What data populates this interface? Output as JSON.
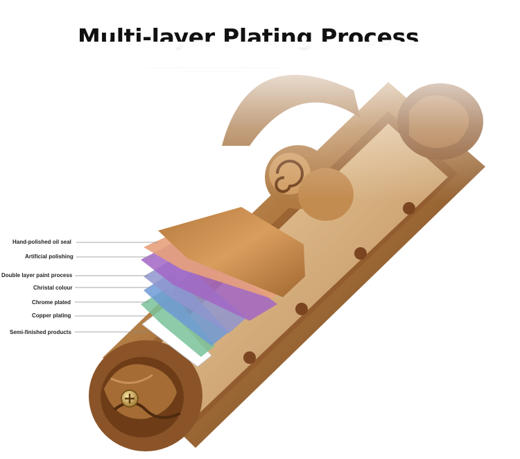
{
  "title": "Multi-layer Plating Process",
  "layers": [
    {
      "label": "Hand-polished oil seal",
      "color": "#c48a4a"
    },
    {
      "label": "Artificial polishing",
      "color": "#e7a17c"
    },
    {
      "label": "Double layer paint process",
      "color": "#a266c6"
    },
    {
      "label": "Christal colour",
      "color": "#8f95cf"
    },
    {
      "label": "Chrome plated",
      "color": "#6f9ad6"
    },
    {
      "label": "Copper plating",
      "color": "#79c29a"
    },
    {
      "label": "Semi-finished products",
      "color": "#ffffff"
    }
  ],
  "colors": {
    "bronze": "#9a5f2c",
    "bronze_light": "#d4a06a",
    "bronze_dark": "#5e3414",
    "screw": "#d8b060"
  }
}
